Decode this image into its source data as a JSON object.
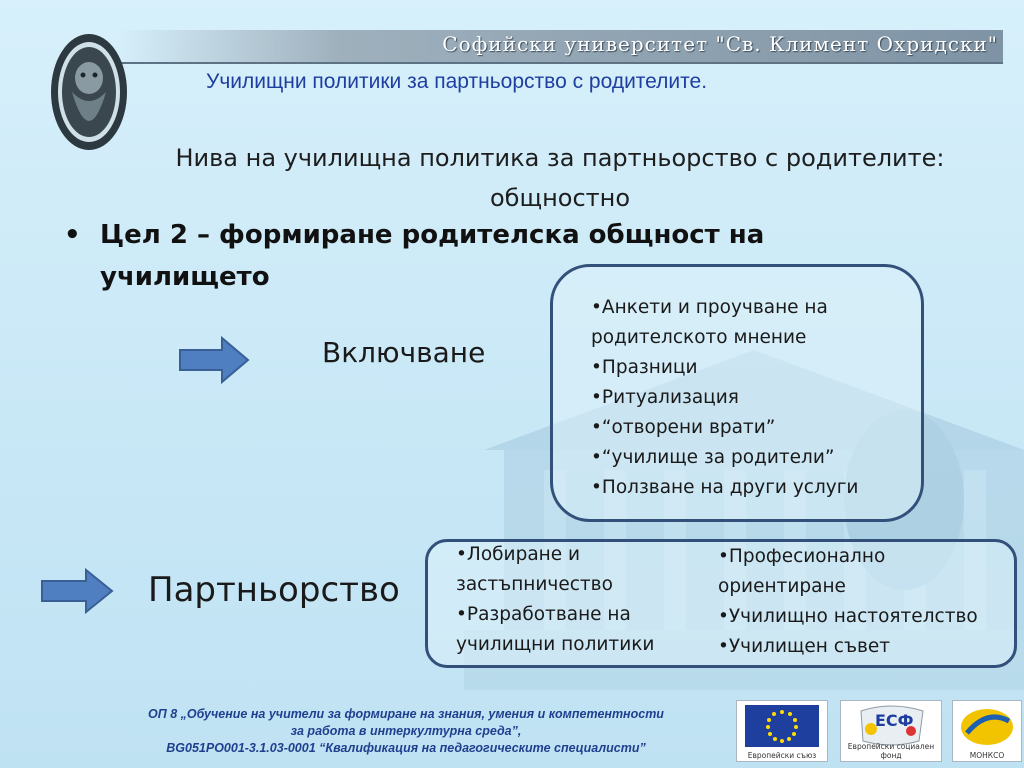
{
  "header": {
    "university": "Софийски университет \"Св. Климент Охридски\"",
    "subtitle": "Училищни политики за партньорство с родителите."
  },
  "title": {
    "line1": "Нива на училищна политика за партньорство с родителите:",
    "line2": "общностно"
  },
  "goal": {
    "bullet": "•",
    "text": "Цел 2 – формиране родителска общност на училището"
  },
  "section1": {
    "label": "Включване",
    "items": [
      "•Анкети и проучване на родителското мнение",
      "•Празници",
      "•Ритуализация",
      "•“отворени врати”",
      "•“училище за родители”",
      "•Ползване на други услуги"
    ]
  },
  "section2": {
    "label": "Партньорство",
    "col1": [
      "•Лобиране и застъпничество",
      "•Разработване на училищни политики"
    ],
    "col2": [
      "•Професионално ориентиране",
      "•Училищно настоятелство",
      "•Училищен съвет"
    ]
  },
  "footer": {
    "line1": "ОП 8 „Обучение на учители за формиране на знания, умения и компетентности",
    "line2": "за работа в интеркултурна среда”,",
    "line3": "BG051PO001-3.1.03-0001 “Квалификация на педагогическите специалисти”",
    "eu_caption": "Европейски съюз",
    "esf_mark": "ЕСФ",
    "esf_caption": "Европейски социален фонд",
    "mon_caption": "МОНКСО"
  },
  "colors": {
    "accent": "#1f3fa0",
    "arrow_fill": "#4f7fc0",
    "box_border": "#33507a"
  }
}
